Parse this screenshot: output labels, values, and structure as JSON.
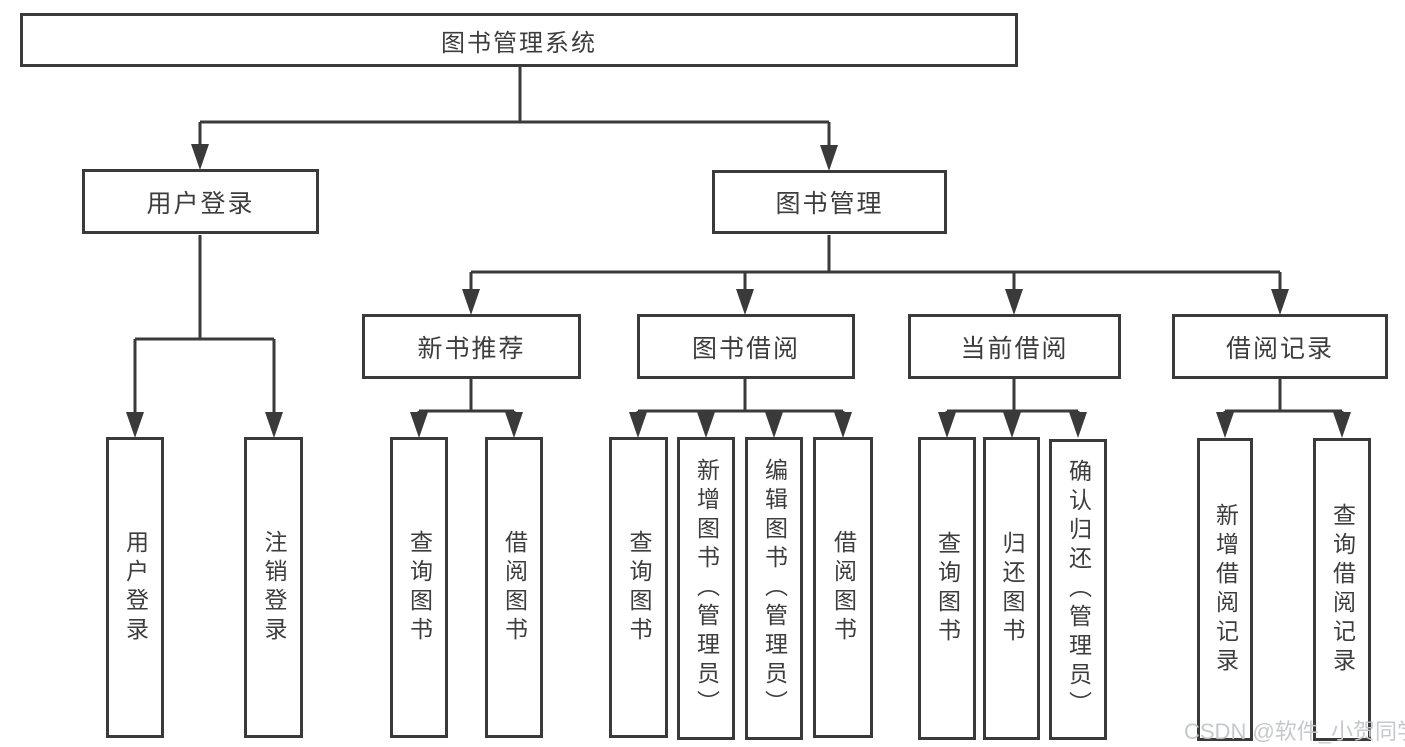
{
  "tree": {
    "root": "图书管理系统",
    "children": [
      {
        "label": "用户登录",
        "children": [
          "用户登录",
          "注销登录"
        ]
      },
      {
        "label": "图书管理",
        "children": [
          {
            "label": "新书推荐",
            "children": [
              "查询图书",
              "借阅图书"
            ]
          },
          {
            "label": "图书借阅",
            "children": [
              "查询图书",
              "新增图书（管理员）",
              "编辑图书（管理员）",
              "借阅图书"
            ]
          },
          {
            "label": "当前借阅",
            "children": [
              "查询图书",
              "归还图书",
              "确认归还（管理员）"
            ]
          },
          {
            "label": "借阅记录",
            "children": [
              "新增借阅记录",
              "查询借阅记录"
            ]
          }
        ]
      }
    ]
  },
  "watermark": "CSDN @软件_小贺同学",
  "colors": {
    "line": "#3a3a3a",
    "text": "#3d3d3d",
    "background": "#ffffff",
    "watermark": "#c2c5cb"
  }
}
